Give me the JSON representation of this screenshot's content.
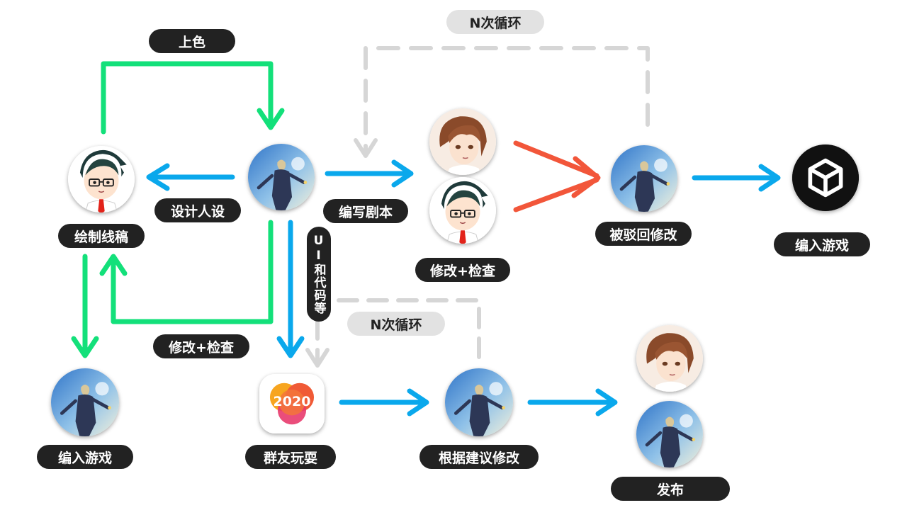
{
  "labels": {
    "shangse": "上色",
    "n_loop_top": "N次循环",
    "sheji_renshe": "设计人设",
    "huizhi_xiangao": "绘制线稿",
    "bianxie_juben": "编写剧本",
    "xiugai_jiancha_mid": "修改+检查",
    "bo_hui_xiugai": "被驳回修改",
    "bianru_youxi_right": "编入游戏",
    "ui_code": "UI和代码等",
    "n_loop_bottom": "N次循环",
    "xiugai_jiancha_left": "修改+检查",
    "bianru_youxi_left": "编入游戏",
    "qunyou_wanshua": "群友玩耍",
    "genju_jianyi_xiugai": "根据建议修改",
    "fabu": "发布"
  },
  "badge_2020": "2020",
  "colors": {
    "green": "#13e07a",
    "blue": "#0aa8ec",
    "red": "#f2563a",
    "gray_dash": "#d6d6d6",
    "pill_dark": "#222222",
    "pill_gray": "#e2e2e2"
  }
}
